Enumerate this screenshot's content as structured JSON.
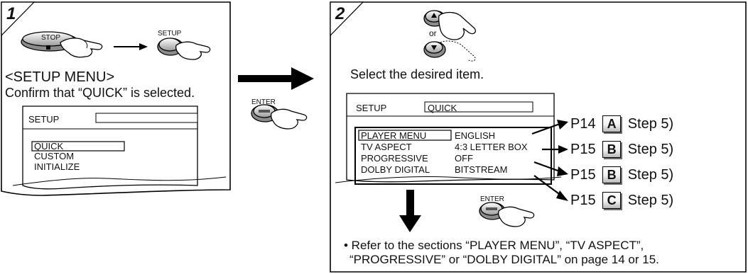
{
  "step1": {
    "number": "1",
    "stop_label": "STOP",
    "setup_label": "SETUP",
    "heading": "<SETUP MENU>",
    "instruction": "Confirm that “QUICK” is selected.",
    "screen": {
      "title": "SETUP",
      "items": [
        "QUICK",
        "CUSTOM",
        "INITIALIZE"
      ]
    }
  },
  "middle": {
    "enter_label": "ENTER"
  },
  "step2": {
    "number": "2",
    "or_label": "or",
    "instruction": "Select the desired item.",
    "screen": {
      "title": "SETUP",
      "mode": "QUICK",
      "rows": [
        {
          "item": "PLAYER MENU",
          "value": "ENGLISH"
        },
        {
          "item": "TV ASPECT",
          "value": "4:3 LETTER BOX"
        },
        {
          "item": "PROGRESSIVE",
          "value": "OFF"
        },
        {
          "item": "DOLBY DIGITAL",
          "value": "BITSTREAM"
        }
      ]
    },
    "refs": [
      {
        "page": "P14",
        "letter": "A",
        "step": "Step 5)"
      },
      {
        "page": "P15",
        "letter": "B",
        "step": "Step 5)"
      },
      {
        "page": "P15",
        "letter": "B",
        "step": "Step 5)"
      },
      {
        "page": "P15",
        "letter": "C",
        "step": "Step 5)"
      }
    ],
    "enter_label": "ENTER",
    "note_line1": "• Refer to the sections “PLAYER MENU”, “TV ASPECT”,",
    "note_line2": "“PROGRESSIVE” or “DOLBY DIGITAL” on page 14 or 15."
  }
}
